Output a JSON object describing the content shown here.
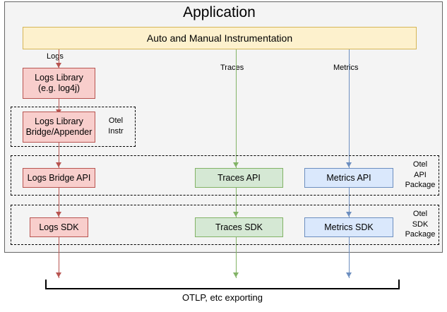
{
  "app": {
    "title": "Application",
    "instrumentation_label": "Auto and Manual Instrumentation"
  },
  "flows": [
    {
      "name": "logs",
      "label": "Logs",
      "color": "#b85450"
    },
    {
      "name": "traces",
      "label": "Traces",
      "color": "#82b366"
    },
    {
      "name": "metrics",
      "label": "Metrics",
      "color": "#6c8ebf"
    }
  ],
  "groups": {
    "otel_instr": "Otel\nInstr",
    "otel_api_package": "Otel\nAPI\nPackage",
    "otel_sdk_package": "Otel\nSDK\nPackage"
  },
  "nodes": {
    "logs_library": "Logs Library\n(e.g. log4j)",
    "logs_bridge_appender": "Logs Library\nBridge/Appender",
    "logs_bridge_api": "Logs Bridge API",
    "traces_api": "Traces API",
    "metrics_api": "Metrics API",
    "logs_sdk": "Logs SDK",
    "traces_sdk": "Traces SDK",
    "metrics_sdk": "Metrics SDK"
  },
  "export": {
    "label": "OTLP, etc exporting"
  },
  "colors": {
    "logs_fill": "#f8cecc",
    "logs_stroke": "#b85450",
    "traces_fill": "#d5e8d4",
    "traces_stroke": "#82b366",
    "metrics_fill": "#dae8fc",
    "metrics_stroke": "#6c8ebf",
    "instrumentation_fill": "#fdf1cd",
    "instrumentation_stroke": "#d6b656",
    "app_fill": "#f4f4f4",
    "app_stroke": "#666666"
  }
}
